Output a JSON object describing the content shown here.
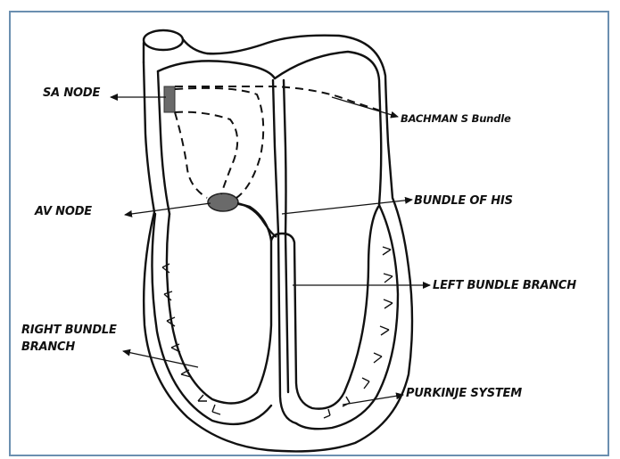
{
  "labels": {
    "sa_node": "SA NODE",
    "bachman": "BACHMAN S Bundle",
    "av_node": "AV NODE",
    "bundle_of_his": "BUNDLE OF HIS",
    "left_bundle_branch": "LEFT BUNDLE BRANCH",
    "right_bundle_branch_line1": "RIGHT BUNDLE",
    "right_bundle_branch_line2": "BRANCH",
    "purkinje_system": "PURKINJE SYSTEM"
  },
  "colors": {
    "frame": "#6b8fb0",
    "node_fill": "#6a6a6a",
    "ink": "#111111"
  }
}
